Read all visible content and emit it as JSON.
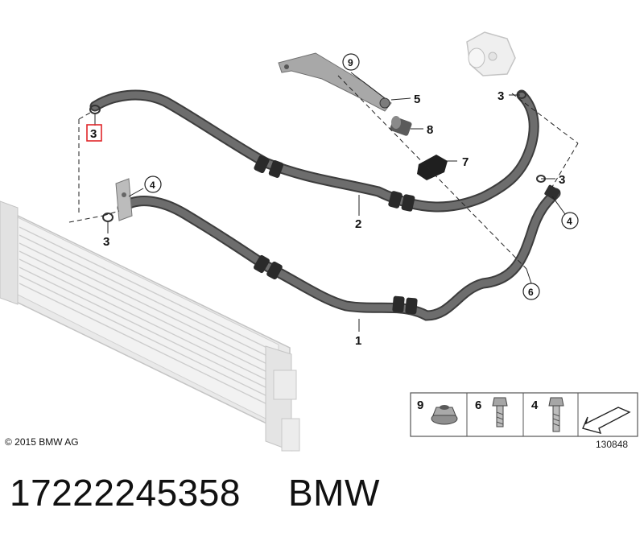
{
  "callouts": {
    "hose_lower": "1",
    "hose_upper": "2",
    "seal_left_top": "3",
    "seal_left_bottom": "3",
    "seal_right_top": "3",
    "seal_right_mid": "3",
    "circle_4_left": "4",
    "circle_4_right": "4",
    "item_5": "5",
    "circle_6": "6",
    "item_7": "7",
    "item_8": "8",
    "circle_9": "9"
  },
  "legend": {
    "items": [
      "9",
      "6",
      "4"
    ]
  },
  "drawing_number": "130848",
  "copyright": "© 2015 BMW AG",
  "part_number": "17222245358",
  "brand": "BMW",
  "colors": {
    "hose": "#5f5f5f",
    "radiator": "#d8d8d8",
    "highlight_box": "#e0262a"
  }
}
